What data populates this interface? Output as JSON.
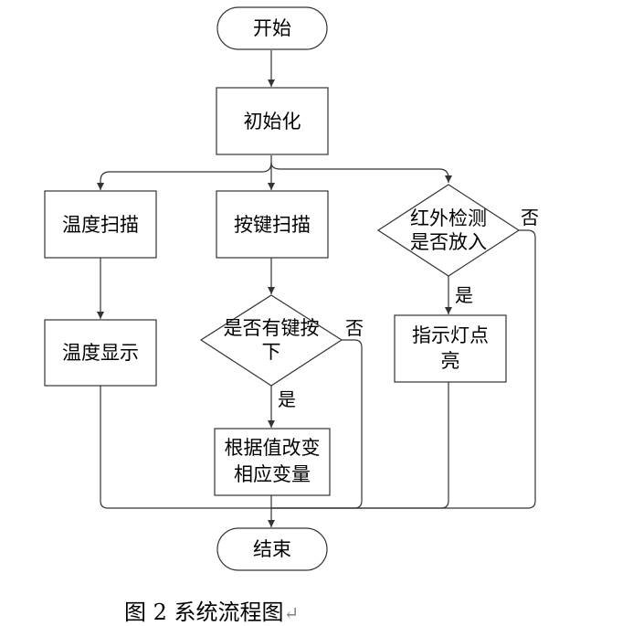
{
  "nodes": {
    "start": "开始",
    "init": "初始化",
    "temp_scan": "温度扫描",
    "key_scan": "按键扫描",
    "ir_detect_l1": "红外检测",
    "ir_detect_l2": "是否放入",
    "temp_display": "温度显示",
    "key_pressed_l1": "是否有键按",
    "key_pressed_l2": "下",
    "indicator_l1": "指示灯点",
    "indicator_l2": "亮",
    "change_var_l1": "根据值改变",
    "change_var_l2": "相应变量",
    "end": "结束"
  },
  "labels": {
    "ir_no": "否",
    "ir_yes": "是",
    "key_no": "否",
    "key_yes": "是"
  },
  "caption": {
    "text": "图 2  系统流程图",
    "return_mark": "↵"
  }
}
